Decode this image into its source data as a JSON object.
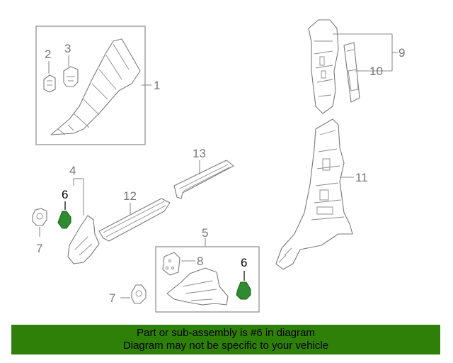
{
  "callouts": {
    "c1": "1",
    "c2": "2",
    "c3": "3",
    "c4": "4",
    "c5": "5",
    "c6a": "6",
    "c6b": "6",
    "c7a": "7",
    "c7b": "7",
    "c8": "8",
    "c9": "9",
    "c10": "10",
    "c11": "11",
    "c12": "12",
    "c13": "13"
  },
  "banner": {
    "line1": "Part or sub-assembly is #6 in diagram",
    "line2": "Diagram may not be specific to your vehicle"
  },
  "colors": {
    "banner_bg": "#2e8009",
    "highlight_part": "#2e8b2e",
    "line_gray": "#8c8c8c"
  }
}
